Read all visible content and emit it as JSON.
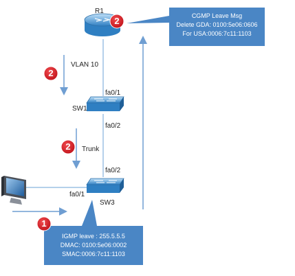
{
  "router": {
    "name": "R1"
  },
  "switches": {
    "sw1": "SW1",
    "sw3": "SW3"
  },
  "ports": {
    "sw1_top": "fa0/1",
    "sw1_bottom": "fa0/2",
    "sw3_top": "fa0/2",
    "sw3_left": "fa0/1"
  },
  "links": {
    "vlan": "VLAN 10",
    "trunk": "Trunk"
  },
  "badges": {
    "router": "2",
    "vlan": "2",
    "trunk": "2",
    "igmp": "1"
  },
  "callouts": {
    "cgmp": {
      "line1": "CGMP Leave Msg",
      "line2": "Delete  GDA: 0100:5e06:0606",
      "line3": "For USA:0006:7c11:1103"
    },
    "igmp": {
      "line1": "IGMP leave : 255.5.5.5",
      "line2": "DMAC: 0100:5e06:0002",
      "line3": "SMAC:0006:7c11:1103"
    }
  },
  "colors": {
    "callout_fill": "#4a86c5",
    "badge_fill": "#d9171c",
    "device_blue": "#3b89c9",
    "line": "#9cc0e4",
    "arrow": "#6f9ed2"
  },
  "icons": {
    "router": "router-icon",
    "switch": "switch-icon",
    "host": "computer-monitor-icon"
  }
}
